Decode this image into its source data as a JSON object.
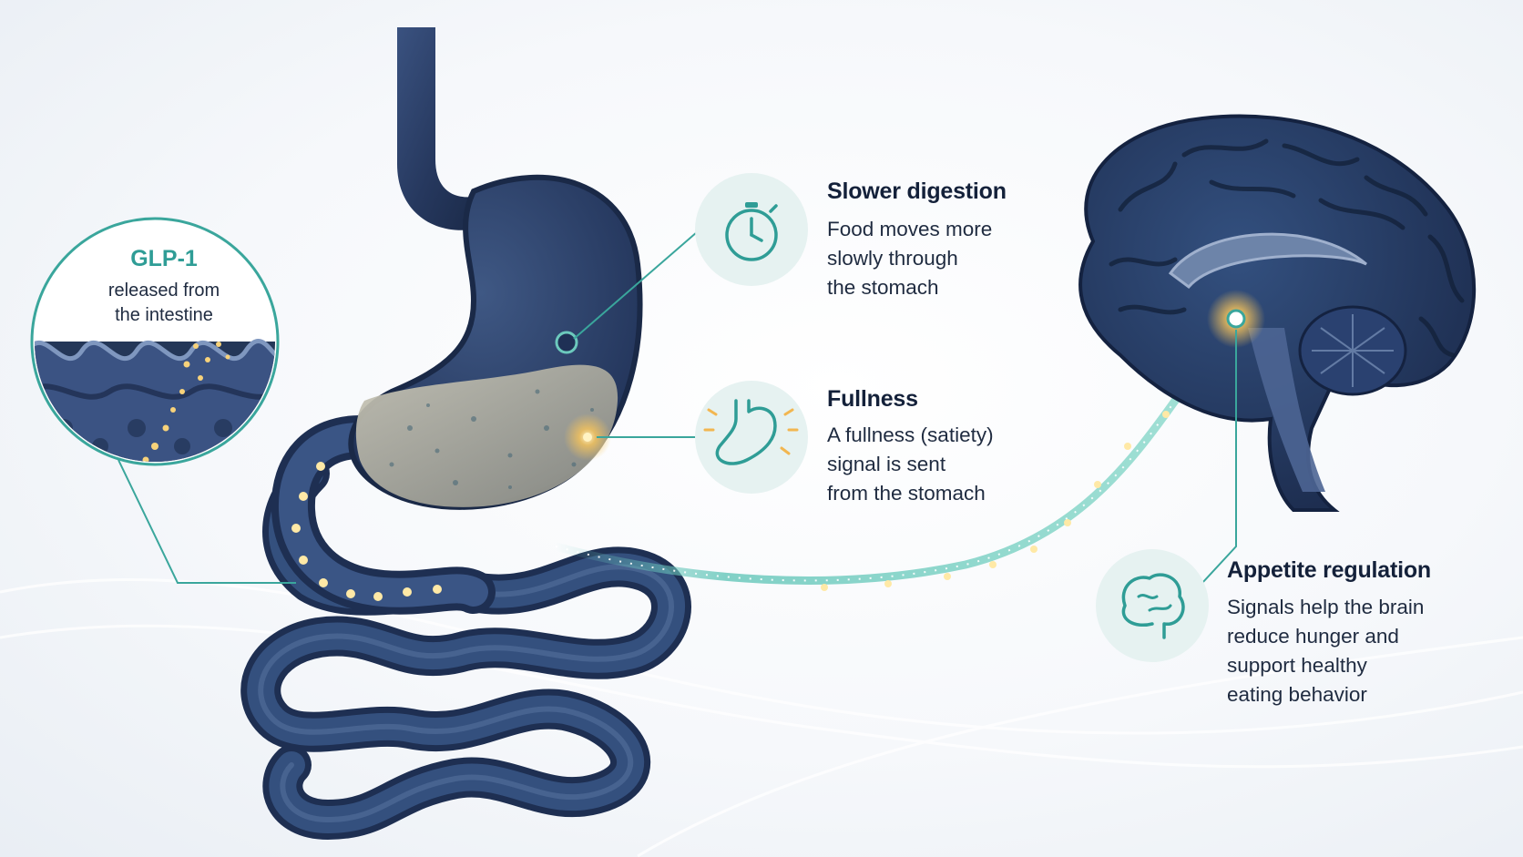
{
  "glp1": {
    "title": "GLP-1",
    "body": "released from\nthe intestine",
    "accent": "#2f9d96"
  },
  "callouts": [
    {
      "id": "slower-digestion",
      "title": "Slower digestion",
      "body": "Food moves more\nslowly through\nthe stomach",
      "icon": "stopwatch-icon"
    },
    {
      "id": "fullness",
      "title": "Fullness",
      "body": "A fullness (satiety)\nsignal is sent\nfrom the stomach",
      "icon": "stomach-icon"
    },
    {
      "id": "appetite-regulation",
      "title": "Appetite regulation",
      "body": "Signals help the brain\nreduce hunger and\nsupport healthy\neating behavior",
      "icon": "brain-icon"
    }
  ],
  "colors": {
    "organ": "#2b3f66",
    "organ_dark": "#1c2c4d",
    "teal": "#3aa69c",
    "glow": "#f7c45a",
    "text": "#14213a"
  }
}
